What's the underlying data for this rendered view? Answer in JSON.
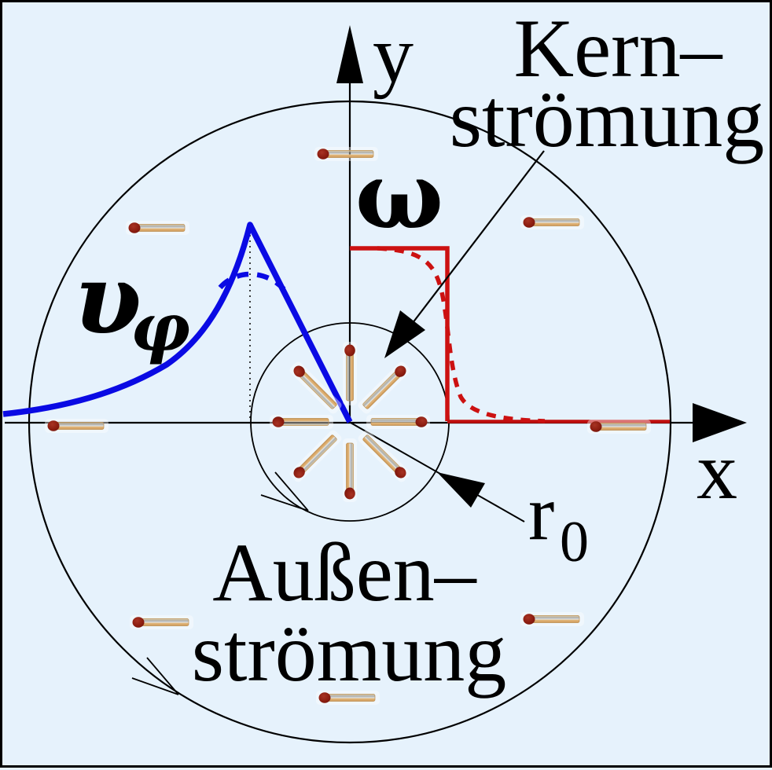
{
  "figure": {
    "title_semantic": "Rankine vortex flow diagram",
    "background_color": "#e6f2fc",
    "border_color": "#000000",
    "accent_blue": "#0a0ae4",
    "accent_red": "#cc1111",
    "matchstick_wood_color": "#e7c astray",
    "labels": {
      "core_flow_line1": "Kern–",
      "core_flow_line2": "strömung",
      "outer_flow_line1": "Außen–",
      "outer_flow_line2": "strömung",
      "axis_x": "x",
      "axis_y": "y",
      "omega": "ω",
      "velocity": "υ",
      "velocity_sub": "φ",
      "core_radius": "r",
      "core_radius_sub": "0"
    }
  }
}
